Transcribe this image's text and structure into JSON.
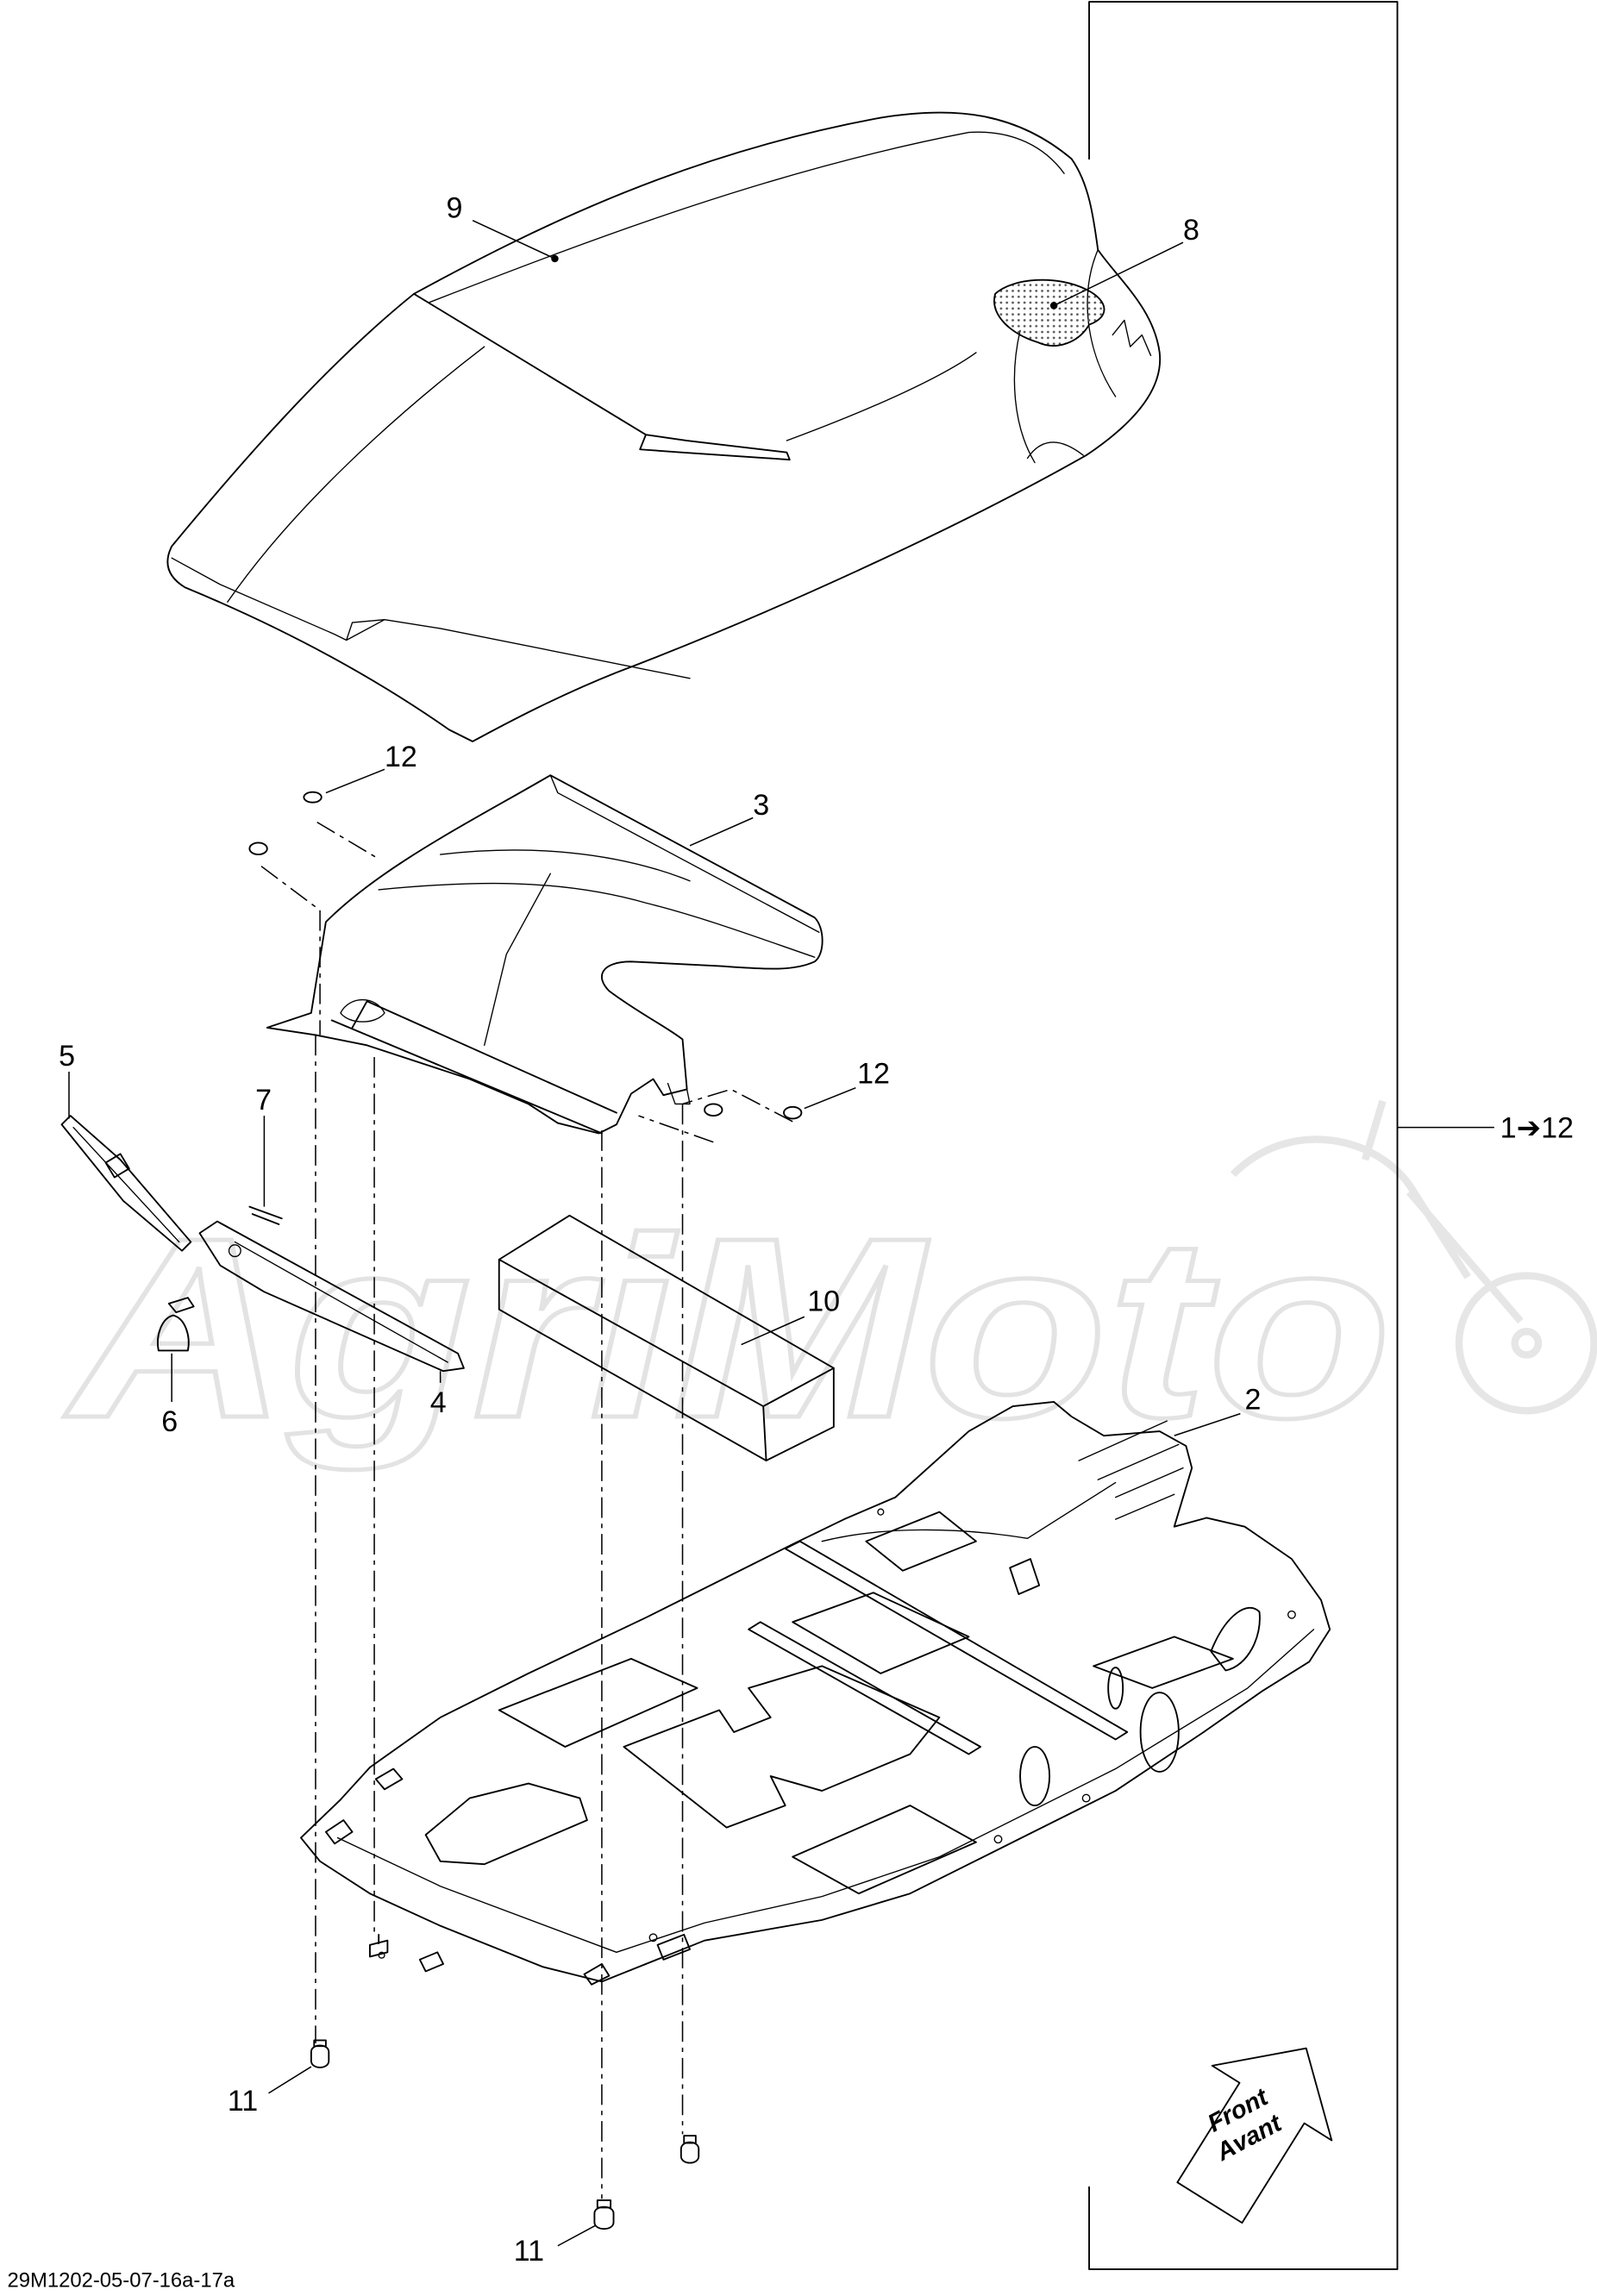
{
  "callouts": {
    "seat": "9",
    "seat_patch": "8",
    "washer_upper": "12",
    "upper_cover": "3",
    "washer_lower": "12",
    "strap": "5",
    "clip": "7",
    "foam_block": "10",
    "base_tray": "2",
    "push_rivet": "6",
    "flap": "4",
    "fastener_left": "11",
    "fastener_bottom": "11"
  },
  "assembly_range": "1➔12",
  "direction_arrow": {
    "line1": "Front",
    "line2": "Avant"
  },
  "drawing_number": "29M1202-05-07-16a-17a",
  "watermark": "AgriMoto",
  "colors": {
    "line": "#000000",
    "background": "#ffffff",
    "watermark": "#e3e3e3"
  }
}
